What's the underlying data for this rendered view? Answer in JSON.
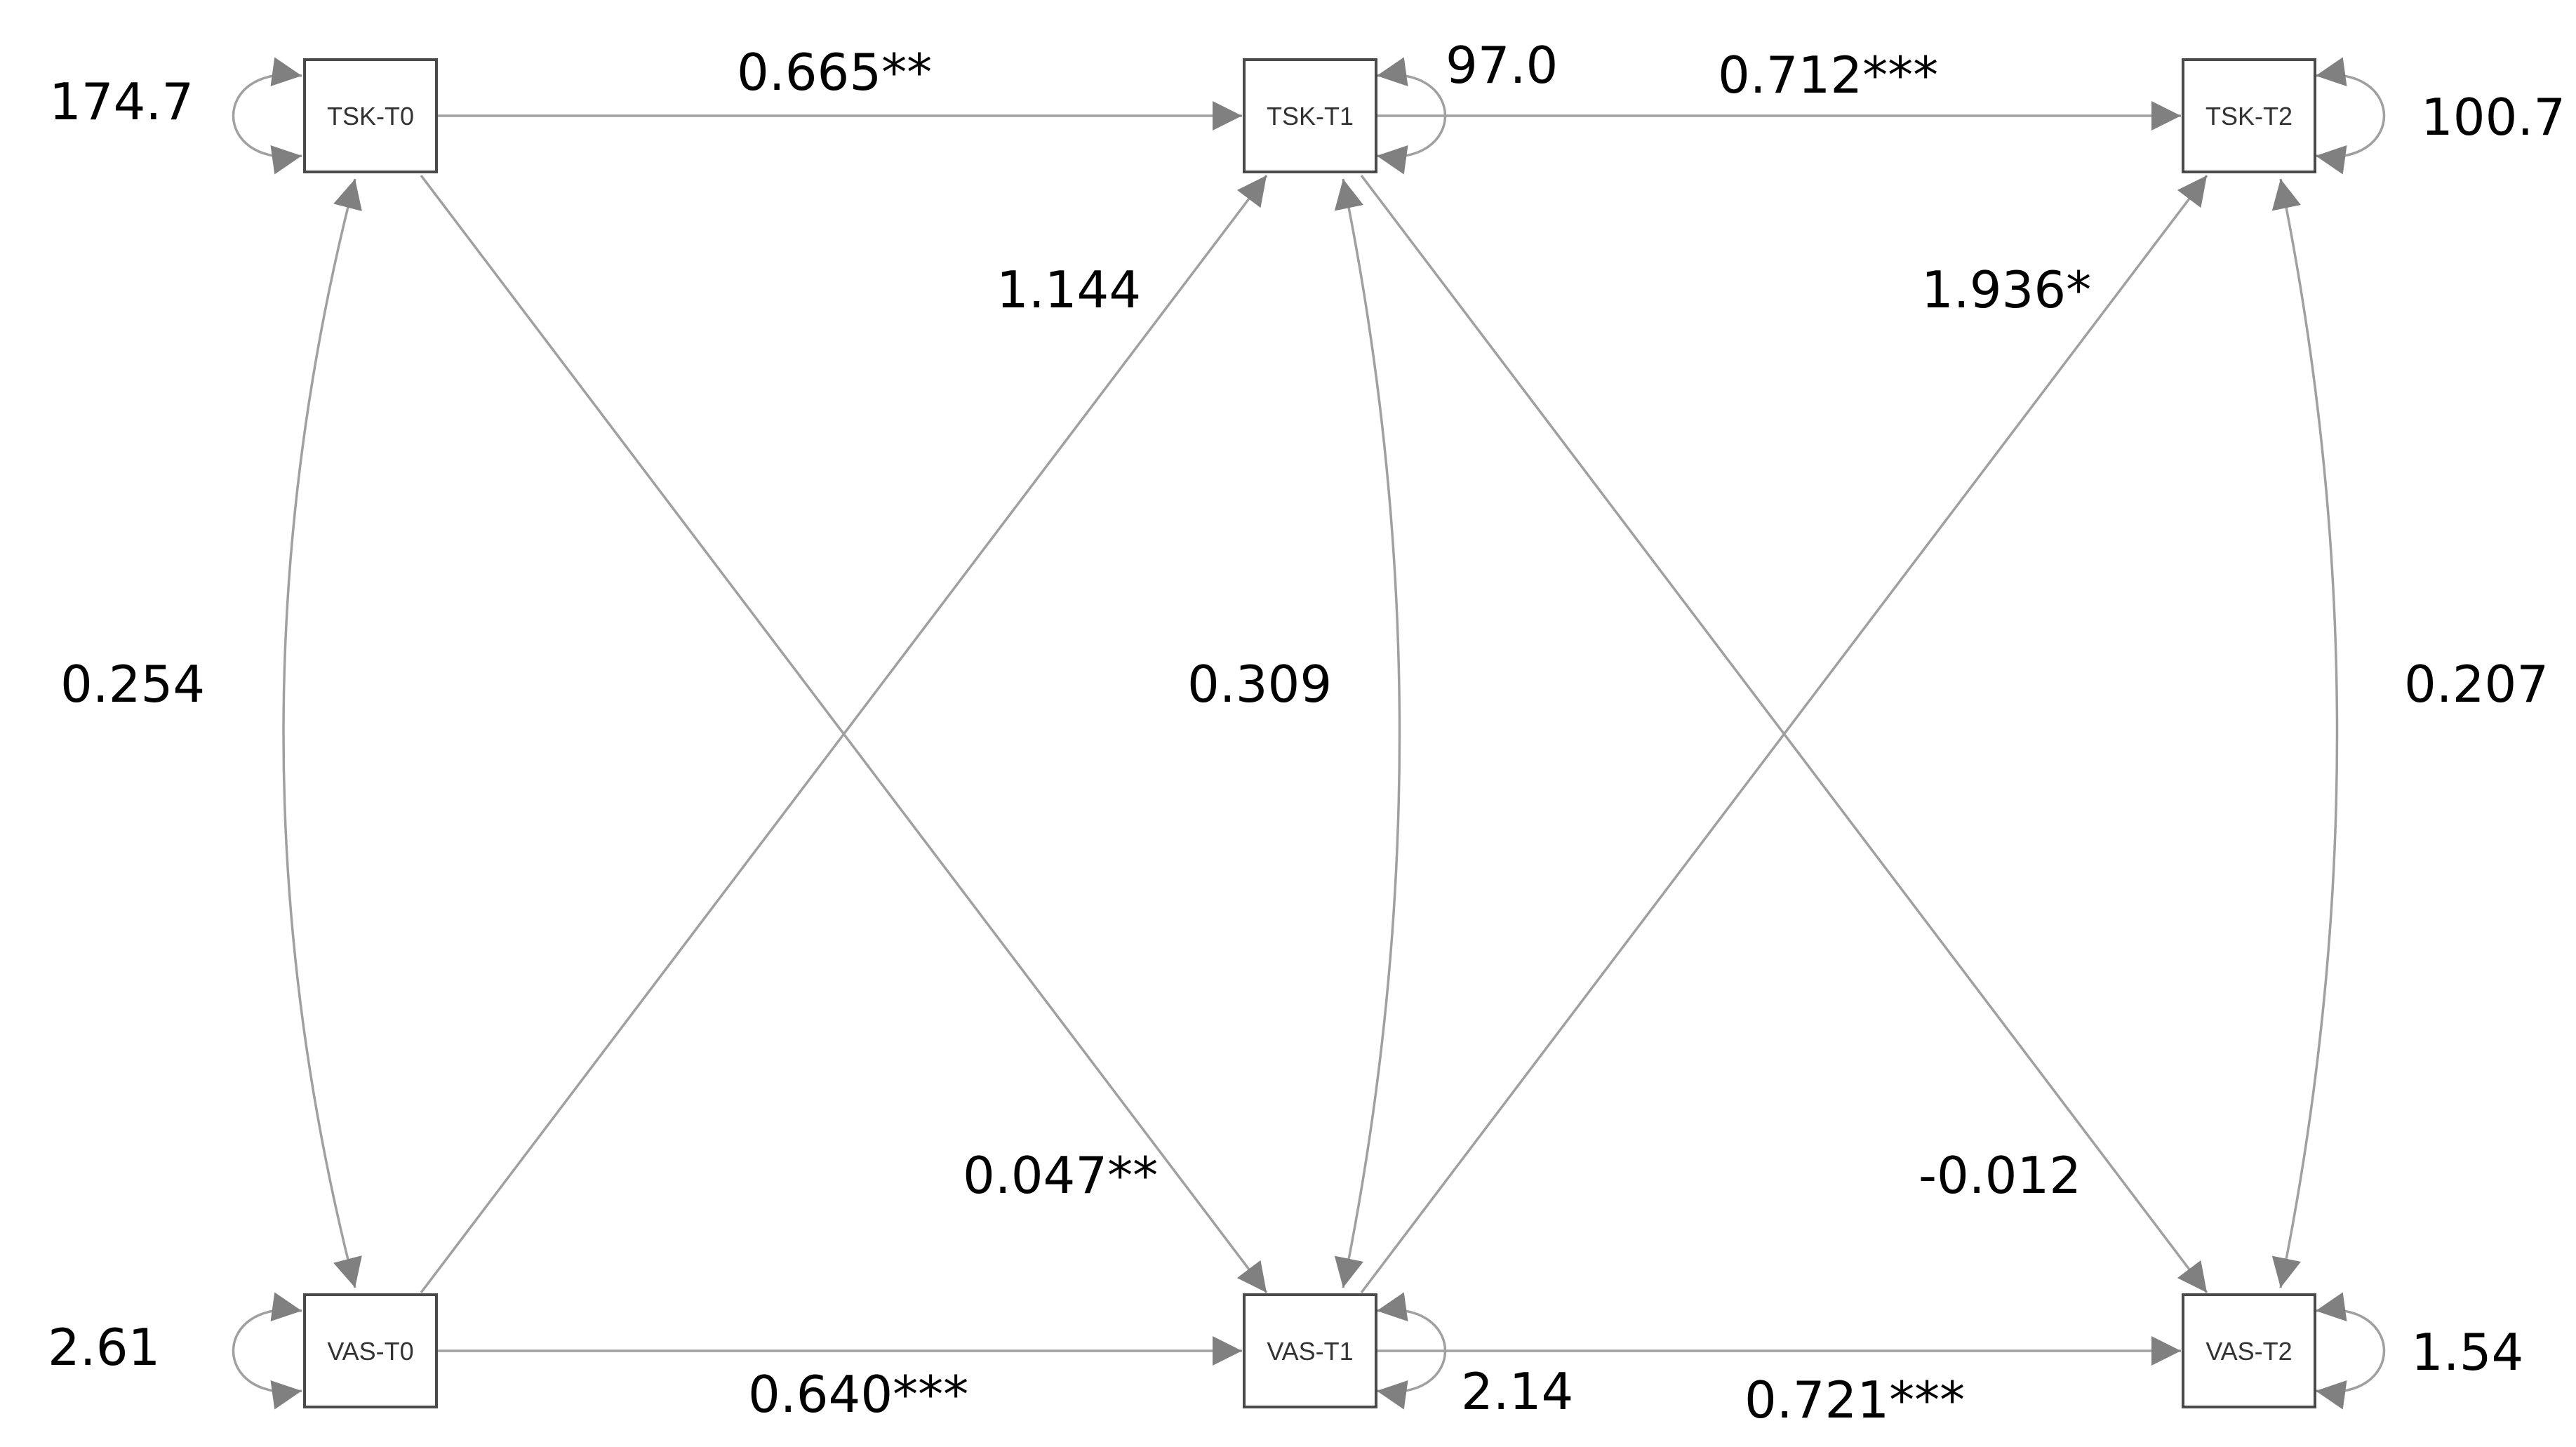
{
  "colors": {
    "edge": "#a0a0a0",
    "arrowhead": "#808080",
    "node_border": "#4a4a4a",
    "text": "#000000"
  },
  "nodes": {
    "tsk_t0": "TSK-T0",
    "tsk_t1": "TSK-T1",
    "tsk_t2": "TSK-T2",
    "vas_t0": "VAS-T0",
    "vas_t1": "VAS-T1",
    "vas_t2": "VAS-T2"
  },
  "variances": {
    "tsk_t0": "174.7",
    "tsk_t1": "97.0",
    "tsk_t2": "100.7",
    "vas_t0": "2.61",
    "vas_t1": "2.14",
    "vas_t2": "1.54"
  },
  "paths": {
    "tsk_t0_to_tsk_t1": "0.665**",
    "tsk_t1_to_tsk_t2": "0.712***",
    "vas_t0_to_vas_t1": "0.640***",
    "vas_t1_to_vas_t2": "0.721***",
    "vas_t0_to_tsk_t1": "1.144",
    "vas_t1_to_tsk_t2": "1.936*",
    "tsk_t0_to_vas_t1": "0.047**",
    "tsk_t1_to_vas_t2": "-0.012"
  },
  "covariances": {
    "t0": "0.254",
    "t1": "0.309",
    "t2": "0.207"
  }
}
